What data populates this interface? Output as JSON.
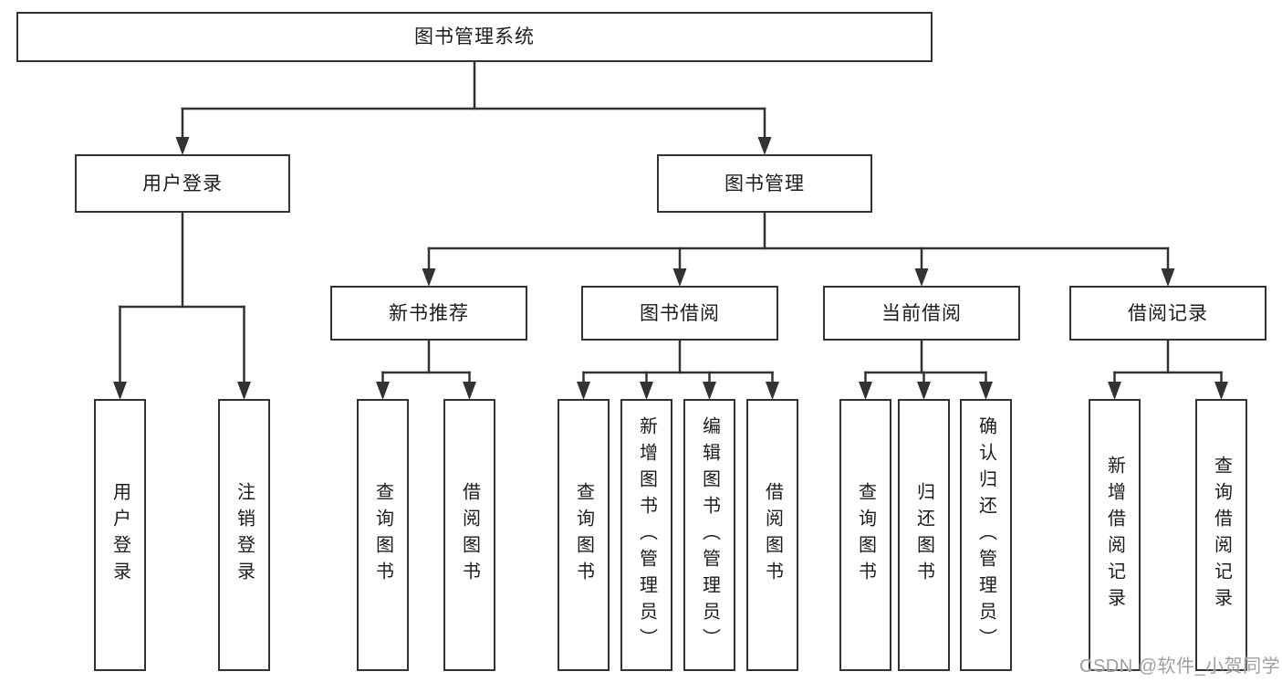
{
  "diagram_title": "图书管理系统",
  "colors": {
    "line": "#333333",
    "box_border": "#333333",
    "box_fill": "#ffffff",
    "text": "#1c1c1c",
    "watermark": "#9f9f9f",
    "background": "#ffffff"
  },
  "watermark": {
    "text": "CSDN @软件_小贺同学"
  },
  "nodes": [
    {
      "id": "root",
      "label": "图书管理系统",
      "parent": null
    },
    {
      "id": "user-login",
      "label": "用户登录",
      "parent": "root"
    },
    {
      "id": "book-mgmt",
      "label": "图书管理",
      "parent": "root"
    },
    {
      "id": "leaf-user-login",
      "label": "用户登录",
      "parent": "user-login"
    },
    {
      "id": "leaf-logout",
      "label": "注销登录",
      "parent": "user-login"
    },
    {
      "id": "new-book-rec",
      "label": "新书推荐",
      "parent": "book-mgmt"
    },
    {
      "id": "book-borrow",
      "label": "图书借阅",
      "parent": "book-mgmt"
    },
    {
      "id": "current-borrow",
      "label": "当前借阅",
      "parent": "book-mgmt"
    },
    {
      "id": "borrow-records",
      "label": "借阅记录",
      "parent": "book-mgmt"
    },
    {
      "id": "rec-query-book",
      "label": "查询图书",
      "parent": "new-book-rec"
    },
    {
      "id": "rec-borrow-book",
      "label": "借阅图书",
      "parent": "new-book-rec"
    },
    {
      "id": "bb-query-book",
      "label": "查询图书",
      "parent": "book-borrow"
    },
    {
      "id": "bb-add-book",
      "label": "新增图书（管理员）",
      "parent": "book-borrow"
    },
    {
      "id": "bb-edit-book",
      "label": "编辑图书（管理员）",
      "parent": "book-borrow"
    },
    {
      "id": "bb-borrow-book",
      "label": "借阅图书",
      "parent": "book-borrow"
    },
    {
      "id": "cb-query-book",
      "label": "查询图书",
      "parent": "current-borrow"
    },
    {
      "id": "cb-return-book",
      "label": "归还图书",
      "parent": "current-borrow"
    },
    {
      "id": "cb-confirm-return",
      "label": "确认归还（管理员）",
      "parent": "current-borrow"
    },
    {
      "id": "br-add-record",
      "label": "新增借阅记录",
      "parent": "borrow-records"
    },
    {
      "id": "br-query-record",
      "label": "查询借阅记录",
      "parent": "borrow-records"
    }
  ]
}
